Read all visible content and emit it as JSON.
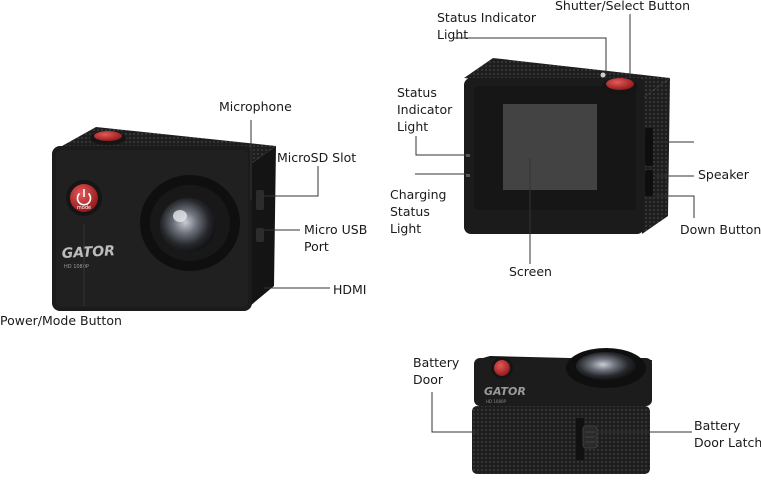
{
  "labels": {
    "status_light_top": "Status Indicator\nLight",
    "shutter_button": "Shutter/Select Button",
    "microphone": "Microphone",
    "microsd_slot": "MicroSD Slot",
    "micro_usb": "Micro USB\nPort",
    "hdmi": "HDMI",
    "power_mode": "Power/Mode Button",
    "status_light_side": "Status\nIndicator\nLight",
    "charging_light": "Charging\nStatus\nLight",
    "speaker": "Speaker",
    "down_button": "Down Button",
    "screen": "Screen",
    "battery_door": "Battery\nDoor",
    "battery_latch": "Battery\nDoor Latch"
  },
  "camera_branding": {
    "brand": "GATOR",
    "model": "HD 1080P",
    "button_text": "mode"
  },
  "colors": {
    "body": "#1c1c1c",
    "texture": "#2a2a2a",
    "button_red": "#c0282a",
    "leader": "#333333"
  }
}
